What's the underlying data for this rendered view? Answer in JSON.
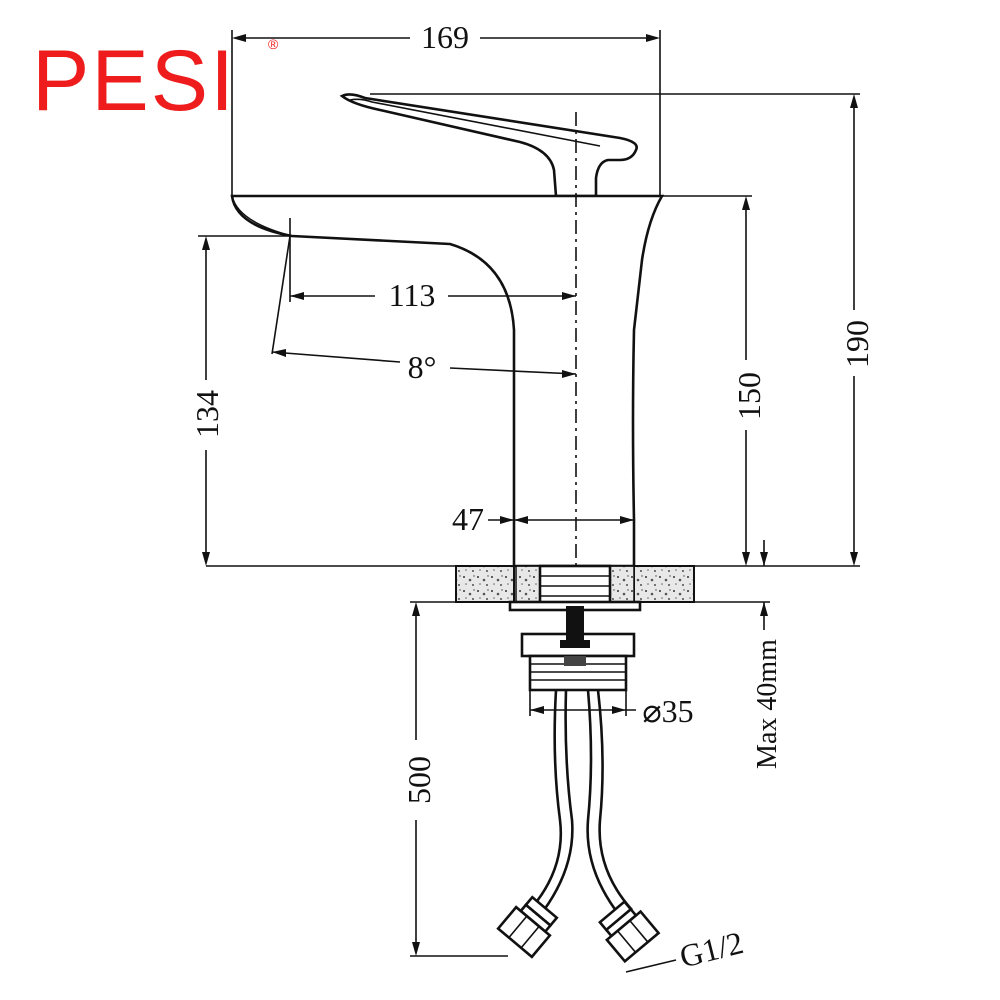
{
  "brand": {
    "name": "PESI",
    "registered_mark": "®",
    "color": "#ee1c1c"
  },
  "dimensions": {
    "overall_width": "169",
    "spout_reach": "113",
    "spout_angle": "8°",
    "spout_height": "134",
    "body_height": "150",
    "overall_height": "190",
    "body_diameter": "47",
    "thread_diameter": "⌀35",
    "hose_length": "500",
    "max_deck_thickness": "Max 40mm",
    "hose_thread": "G1/2"
  },
  "colors": {
    "line": "#111111",
    "granite_fill": "#e6e6e6"
  }
}
